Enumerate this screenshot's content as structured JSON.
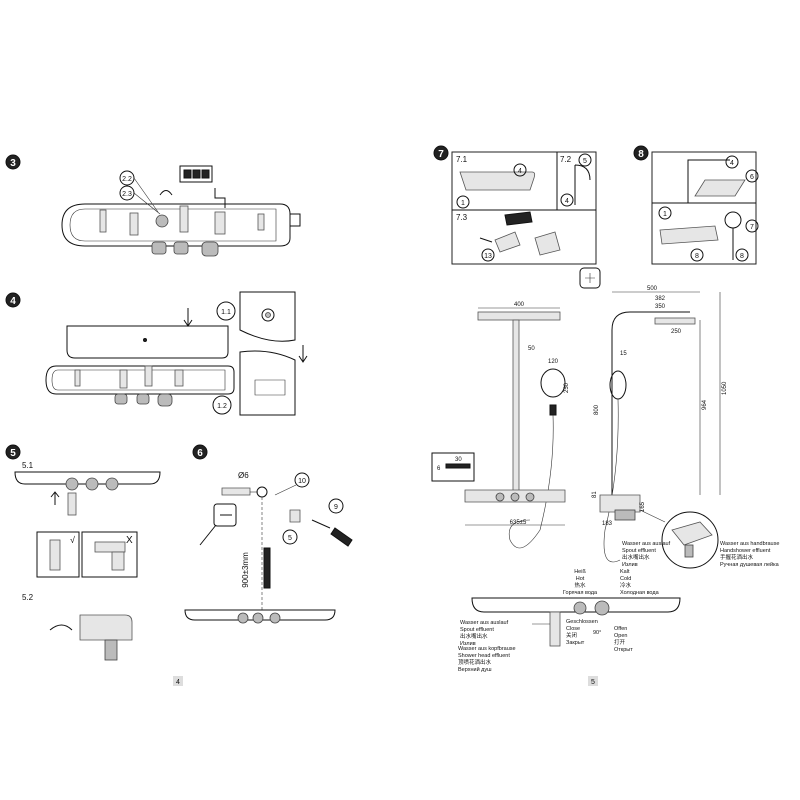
{
  "pages": [
    {
      "number": "4"
    },
    {
      "number": "5"
    }
  ],
  "steps": {
    "s3": {
      "badge": "3",
      "callouts": [
        "2.2",
        "2.3"
      ]
    },
    "s4": {
      "badge": "4",
      "callouts": [
        "1.1",
        "1.2"
      ]
    },
    "s5": {
      "badge": "5",
      "sub1": "5.1",
      "sub2": "5.2",
      "ok_mark": "√",
      "bad_mark": "X"
    },
    "s6": {
      "badge": "6",
      "hole": "Ø6",
      "height": "900±3mm",
      "callouts": [
        "10",
        "5",
        "9"
      ]
    },
    "s7": {
      "badge": "7",
      "sub1": "7.1",
      "sub2": "7.2",
      "sub3": "7.3",
      "callouts": [
        "4",
        "1",
        "5",
        "4",
        "13"
      ]
    },
    "s8": {
      "badge": "8",
      "callouts": [
        "4",
        "6",
        "1",
        "7",
        "8",
        "8"
      ]
    }
  },
  "dimensions": {
    "front_width": "400",
    "offset_50": "50",
    "hand_width": "120",
    "hand_height": "250",
    "bar_height": "800",
    "base_width": "635±5",
    "inset_30": "30",
    "inset_6": "6",
    "side_500": "500",
    "side_382": "382",
    "side_350": "350",
    "side_250": "250",
    "side_15": "15",
    "side_964": "964",
    "side_1050": "1050",
    "side_81": "81",
    "side_183": "183",
    "side_165": "165"
  },
  "labels": {
    "hot": [
      "Heiß",
      "Hot",
      "热水",
      "Горячая вода"
    ],
    "cold": [
      "Kalt",
      "Cold",
      "冷水",
      "Холодная вода"
    ],
    "spout": [
      "Wasser aus auslauf",
      "Spout effluent",
      "出水嘴出水",
      "Излив"
    ],
    "shower_head": [
      "Wasser aus kopfbrause",
      "Shower head effluent",
      "顶喷花洒出水",
      "Верхний душ"
    ],
    "closed": [
      "Geschlossen",
      "Close",
      "关闭",
      "Закрыт"
    ],
    "open": [
      "Offen",
      "Open",
      "打开",
      "Открыт"
    ],
    "angle": "90°",
    "handshower": [
      "Wasser aus handbrause",
      "Handshower effluent",
      "手握花洒出水",
      "Ручная душевая лейка"
    ]
  }
}
